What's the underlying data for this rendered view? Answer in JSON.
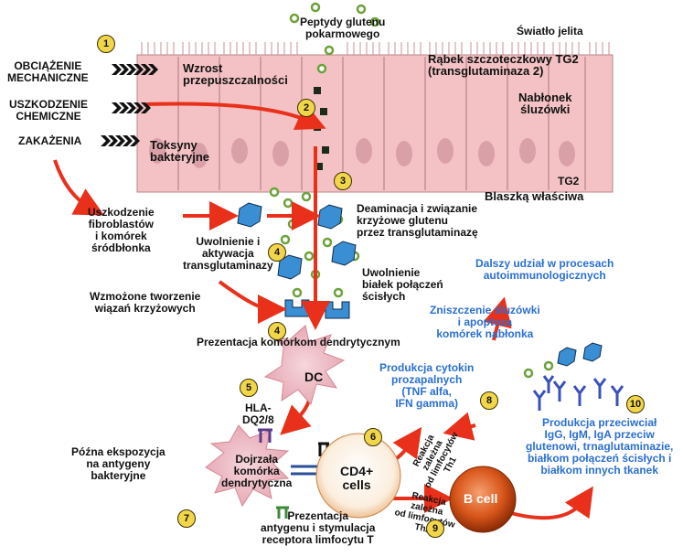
{
  "labels": {
    "peptides": "Peptydy glutenu\npokarmowego",
    "lumen": "Światło jelita",
    "brush_border": "Rąbek szczoteczkowy TG2\n(transglutaminaza 2)",
    "epithelium": "Nabłonek\nśluzówki",
    "tg2": "TG2",
    "lamina": "Blaszką właściwa",
    "mech": "OBCIĄŻENIE\nMECHANICZNE",
    "chem": "USZKODZENIE\nCHEMICZNE",
    "infection": "ZAKAŻENIA",
    "permeability": "Wzrost\nprzepuszczalności",
    "toxins": "Toksyny\nbakteryjne",
    "fibroblast": "Uszkodzenie\nfibroblastów\ni komórek\nśródbłonka",
    "release_tg": "Uwolnienie i\naktywacja\ntransglutaminazy",
    "deamination": "Deaminacja i związanie\nkrzyżowe glutenu\nprzez transglutaminazę",
    "tight": "Uwolnienie\nbiałek połączeń\nścisłych",
    "crosslinks": "Wzmożone tworzenie\nwiązań krzyżowych",
    "presentation_dc": "Prezentacja komórkom dendrytycznym",
    "autoimmune": "Dalszy udział w procesach\nautoimmunologicznych",
    "destruction": "Zniszczenie śluzówki\ni apoptoza\nkomórek nabłonka",
    "cytokines": "Produkcja cytokin\nprozapalnych\n(TNF alfa,\nIFN gamma)",
    "th1": "Reakcja\nzależna\nod limfocytów\nTh1",
    "th2": "Reakcja\nzależna\nod limfocytów\nTh2",
    "antibodies": "Produkcja przeciwciał\nIgG, IgM, IgA przeciw\nglutenowi, trnaglutaminazie,\nbiałkom połączeń ścisłych i\nbiałkom innych tkanek",
    "hla": "HLA-\nDQ2/8",
    "late_exposure": "Późna ekspozycja\nna antygeny\nbakteryjne",
    "mature_dc": "Dojrzała\nkomórka\ndendrytyczna",
    "antigen_pres": "Prezentacja\nantygenu i stymulacja\nreceptora limfocytu T",
    "dc": "DC",
    "cd4": "CD4+\ncells",
    "bcell": "B cell"
  },
  "steps": [
    "1",
    "2",
    "3",
    "4",
    "4",
    "5",
    "6",
    "7",
    "8",
    "9",
    "10"
  ],
  "colors": {
    "arrow": "#e8301a",
    "epithelium": "#f4c2c4",
    "epithelium_outline": "#b8848a",
    "dendritic": "#f3c4cc",
    "bcell": "#d44a10",
    "blue_text": "#2a6fd0",
    "badge": "#f2d64a"
  }
}
